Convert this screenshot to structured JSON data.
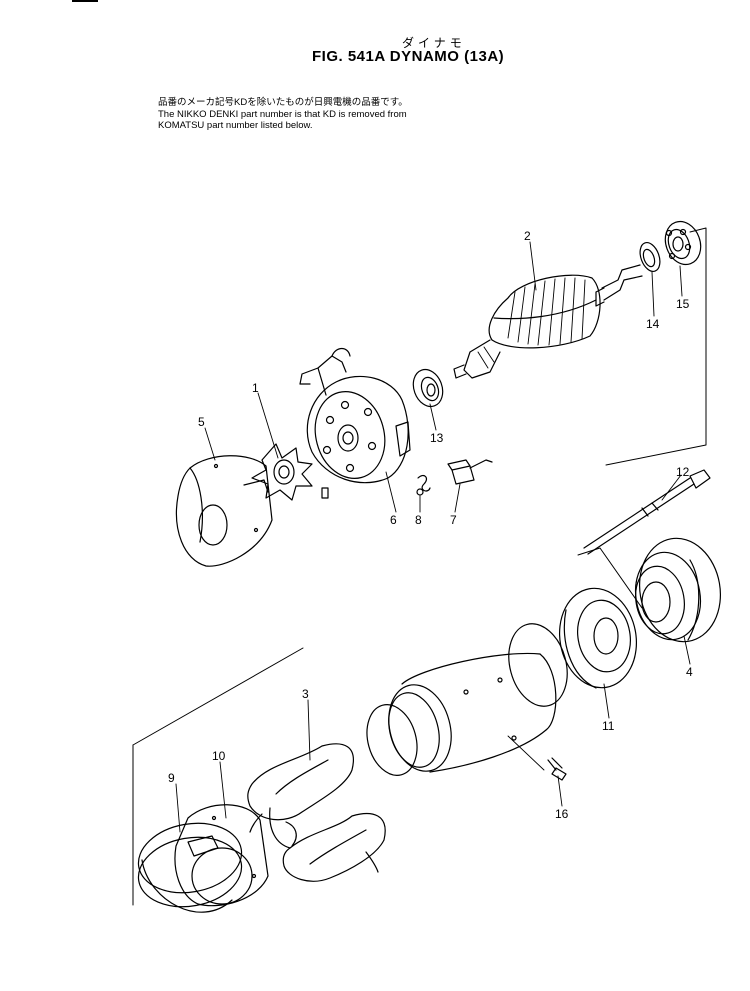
{
  "header": {
    "title_jp": "ダイナモ",
    "title": "FIG. 541A  DYNAMO  (13A)",
    "note_lines": [
      "品番のメーカ記号KDを除いたものが日興電機の品番です。",
      "The NIKKO DENKI part number is that KD is removed from",
      "KOMATSU part number listed below."
    ]
  },
  "callouts": [
    "1",
    "2",
    "3",
    "4",
    "5",
    "6",
    "7",
    "8",
    "9",
    "10",
    "11",
    "12",
    "13",
    "14",
    "15",
    "16"
  ]
}
